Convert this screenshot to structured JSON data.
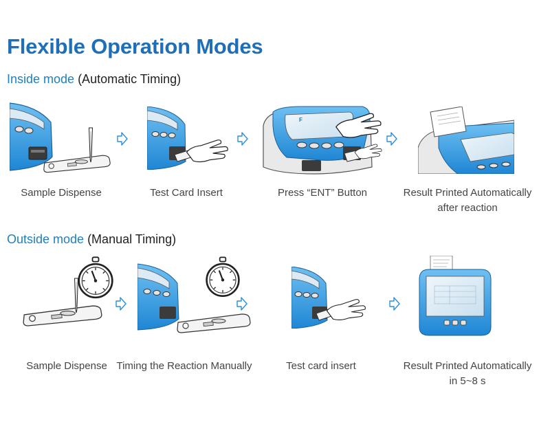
{
  "title": "Flexible Operation Modes",
  "inside": {
    "highlight": "Inside mode",
    "note": " (Automatic Timing)",
    "steps": [
      {
        "caption": "Sample Dispense"
      },
      {
        "caption": "Test Card Insert"
      },
      {
        "caption": "Press “ENT” Button"
      },
      {
        "caption_line1": "Result Printed Automatically",
        "caption_line2": "after reaction"
      }
    ]
  },
  "outside": {
    "highlight": "Outside mode",
    "note": " (Manual Timing)",
    "steps": [
      {
        "caption": "Sample Dispense"
      },
      {
        "caption": "Timing the Reaction Manually"
      },
      {
        "caption": "Test card insert"
      },
      {
        "caption_line1": "Result Printed Automatically",
        "caption_line2": "in 5~8 s"
      }
    ]
  },
  "colors": {
    "title": "#1e6fb8",
    "highlight": "#1e7fc2",
    "device": "#3a9be0",
    "arrow": "#2b8fd6"
  },
  "icons": [
    "arrow-right-icon",
    "stopwatch-icon",
    "pipette-icon",
    "test-card-icon",
    "analyzer-device-icon",
    "hand-icon",
    "printer-paper-icon"
  ]
}
